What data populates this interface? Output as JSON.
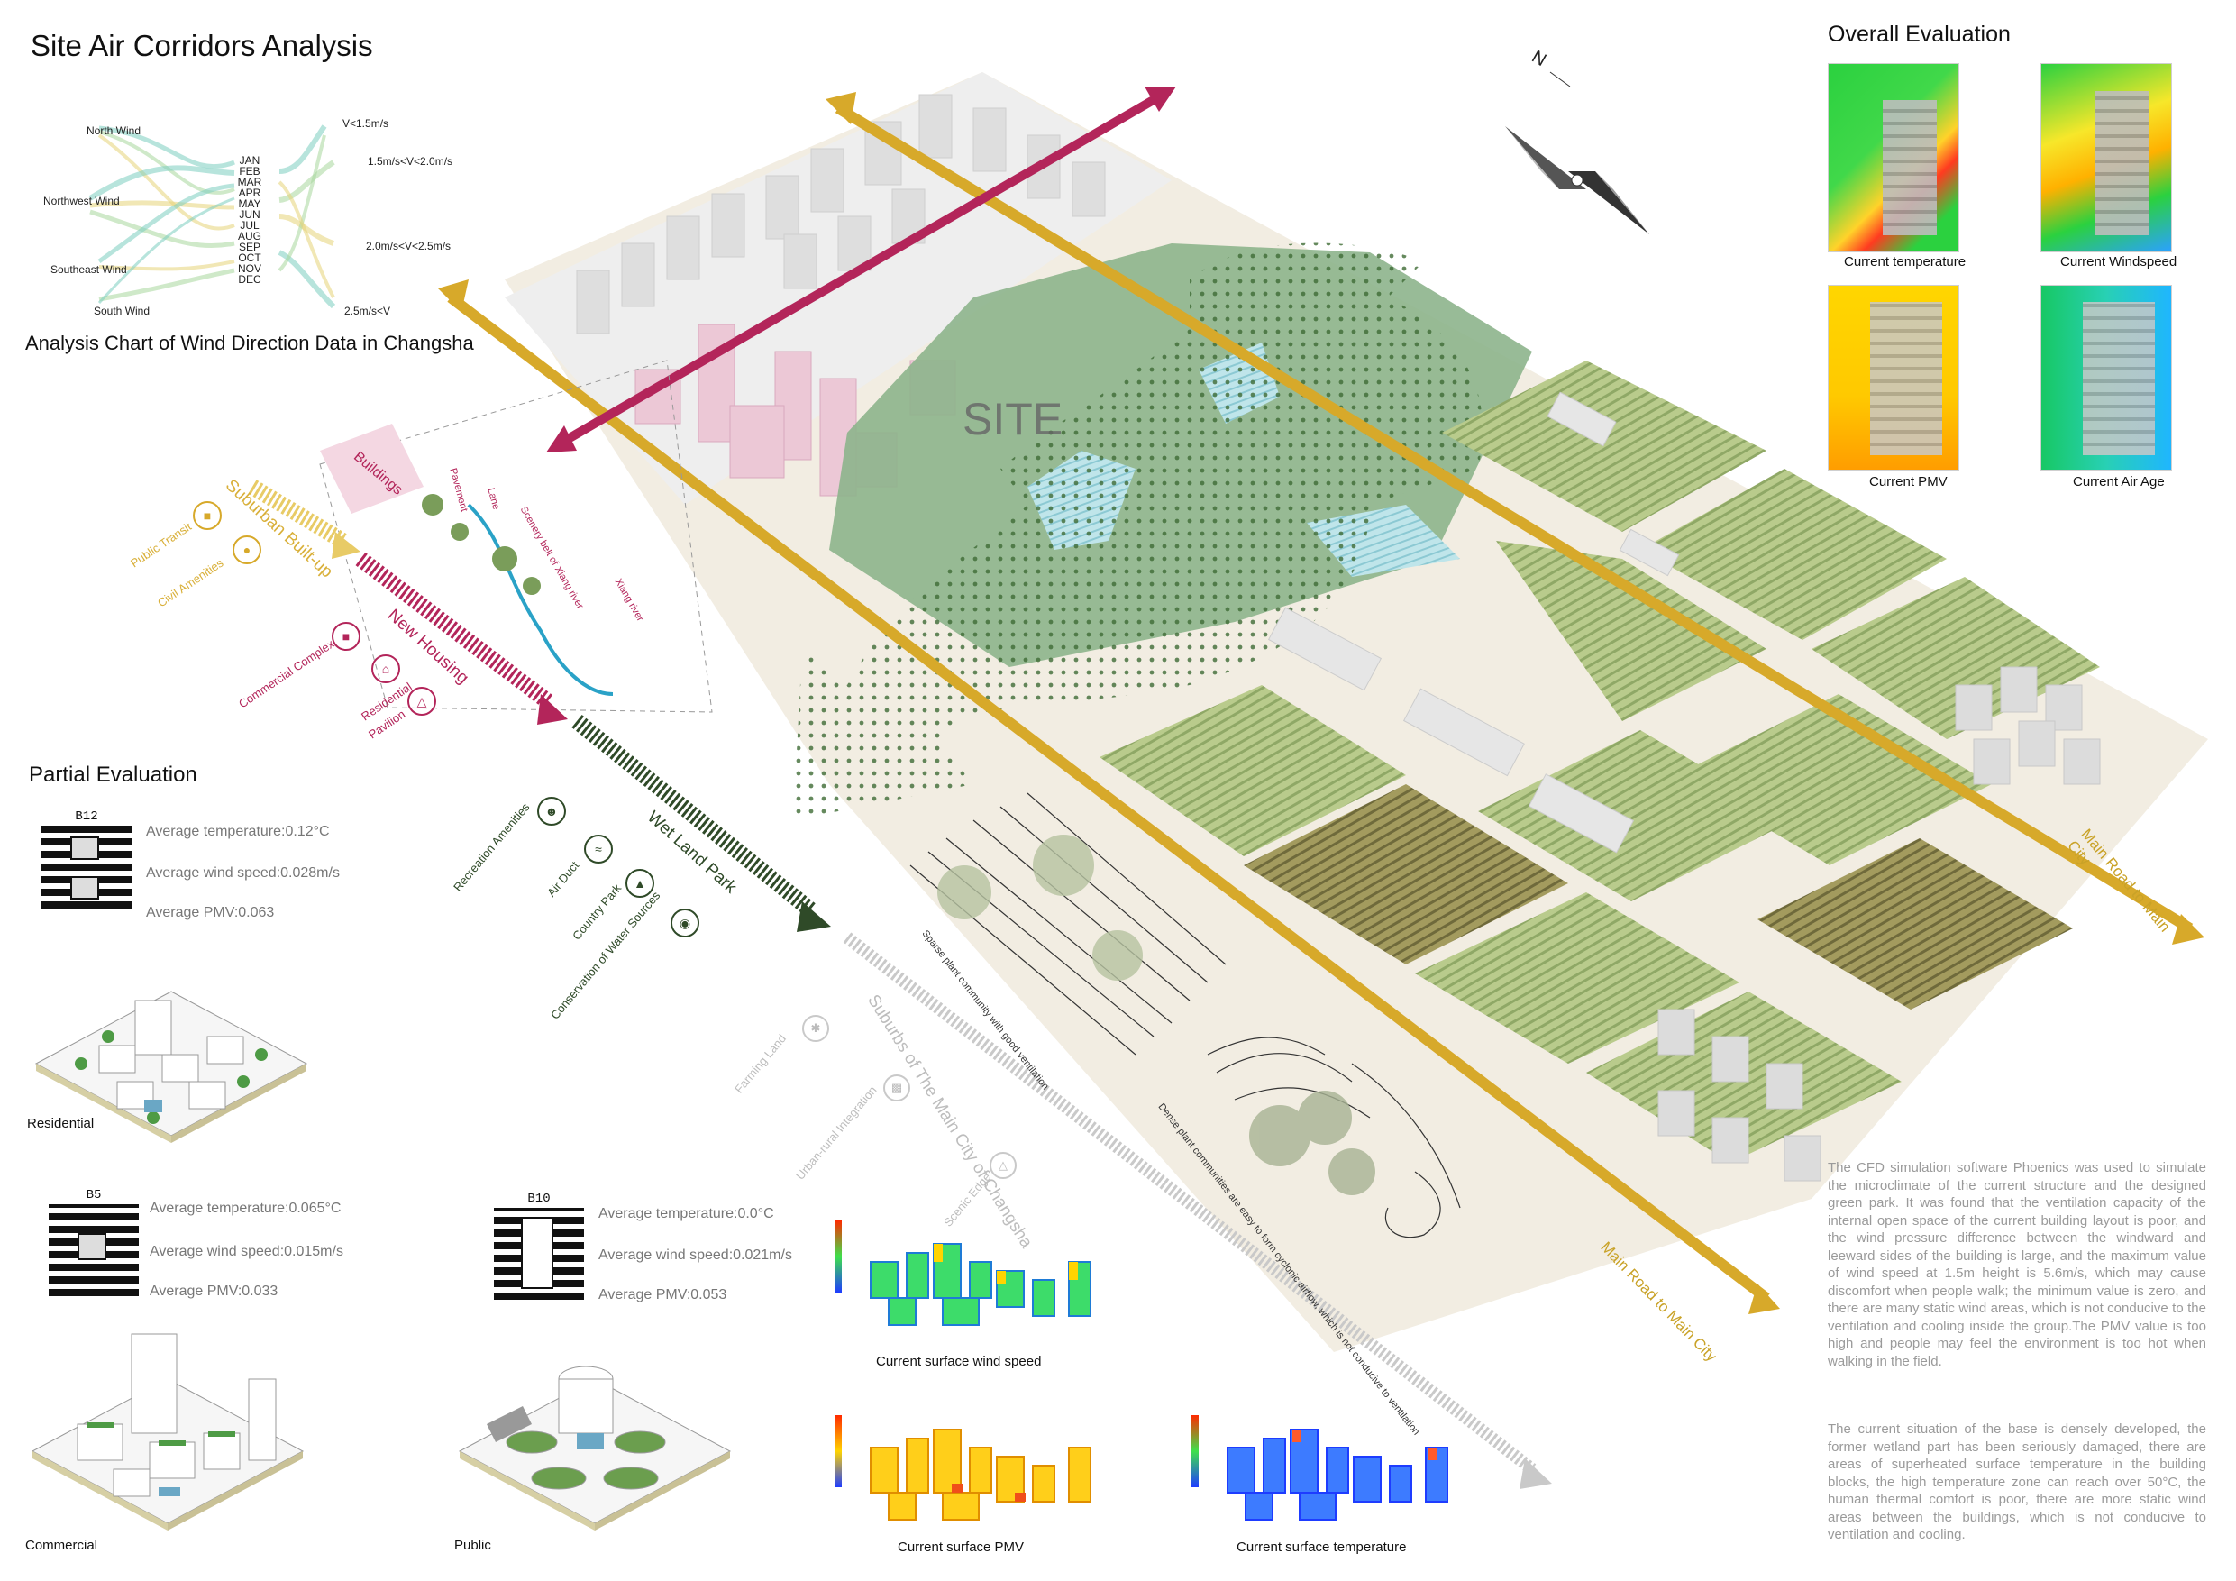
{
  "title": "Site Air Corridors Analysis",
  "wind_chart": {
    "caption": "Analysis Chart of Wind Direction Data in Changsha",
    "directions": [
      "North Wind",
      "Northwest Wind",
      "Southeast Wind",
      "South Wind"
    ],
    "months": [
      "JAN",
      "FEB",
      "MAR",
      "APR",
      "MAY",
      "JUN",
      "JUL",
      "AUG",
      "SEP",
      "OCT",
      "NOV",
      "DEC"
    ],
    "speeds": [
      "V<1.5m/s",
      "1.5m/s<V<2.0m/s",
      "2.0m/s<V<2.5m/s",
      "2.5m/s<V"
    ]
  },
  "site_label": "SITE",
  "section_labels": [
    "Buildings",
    "Pavement",
    "Lane",
    "Scenery belt of Xiang river",
    "Xiang river"
  ],
  "corridors": {
    "suburban": {
      "title": "Suburban Built-up",
      "items": [
        "Public Transit",
        "Civil Amenities"
      ]
    },
    "housing": {
      "title": "New Housing",
      "items": [
        "Commercial Complex",
        "Residential",
        "Pavilion"
      ]
    },
    "wetland": {
      "title": "Wet Land Park",
      "items": [
        "Recreation Amenities",
        "Air Duct",
        "Country Park",
        "Conservation of Water Sources"
      ]
    },
    "suburbs": {
      "title": "Suburbs of The Main City of Changsha",
      "items": [
        "Farming Land",
        "Urban-rural Integration",
        "Scenic Edge"
      ]
    }
  },
  "sketch_notes": [
    "Sparse plant community with good ventilation",
    "Dense plant communities are easy to form cyclonic airflow, which is not conducive to ventilation"
  ],
  "roads": [
    "Main Road to Main City",
    "Main Road to Main City"
  ],
  "overall": {
    "title": "Overall Evaluation",
    "panels": [
      {
        "caption": "Current temperature"
      },
      {
        "caption": "Current Windspeed"
      },
      {
        "caption": "Current PMV"
      },
      {
        "caption": "Current Air Age"
      }
    ]
  },
  "partial": {
    "title": "Partial Evaluation",
    "blocks": [
      {
        "code": "B12",
        "stats": [
          "Average temperature:0.12°C",
          "Average wind speed:0.028m/s",
          "Average PMV:0.063"
        ],
        "label": "Residential"
      },
      {
        "code": "B5",
        "stats": [
          "Average temperature:0.065°C",
          "Average wind speed:0.015m/s",
          "Average PMV:0.033"
        ],
        "label": "Commercial"
      },
      {
        "code": "B10",
        "stats": [
          "Average temperature:0.0°C",
          "Average wind speed:0.021m/s",
          "Average PMV:0.053"
        ],
        "label": "Public"
      }
    ]
  },
  "surface_maps": [
    {
      "caption": "Current surface wind speed"
    },
    {
      "caption": "Current surface PMV"
    },
    {
      "caption": "Current surface temperature"
    }
  ],
  "compass": {
    "label": "N"
  },
  "paragraphs": [
    "The CFD simulation software Phoenics was used to simulate the microclimate of the current structure and the designed green park. It was found that the ventilation capacity of the internal open space of the current building layout is poor, and the wind pressure difference between the windward and leeward sides of the building is large, and the maximum value of wind speed at 1.5m height is 5.6m/s, which may cause discomfort when people walk; the minimum value is zero, and there are many static wind areas, which is not conducive to the ventilation and cooling inside the group.The PMV value is too high and people may feel the environment is too hot when walking in the field.",
    "The current situation of the base is densely developed, the former wetland part has been seriously damaged, there are areas of superheated surface temperature in the building blocks, the high temperature zone can reach over 50°C, the human thermal comfort is poor, there are more static wind areas between the buildings, which is not conducive to ventilation and cooling."
  ],
  "colors": {
    "road": "#d7a92a",
    "red_arrow": "#b3255a",
    "green_arrow": "#5f8a4b",
    "farm": "#a9bf7a",
    "wetland": "#7aa77e",
    "buildings": "#e4e4e4"
  }
}
